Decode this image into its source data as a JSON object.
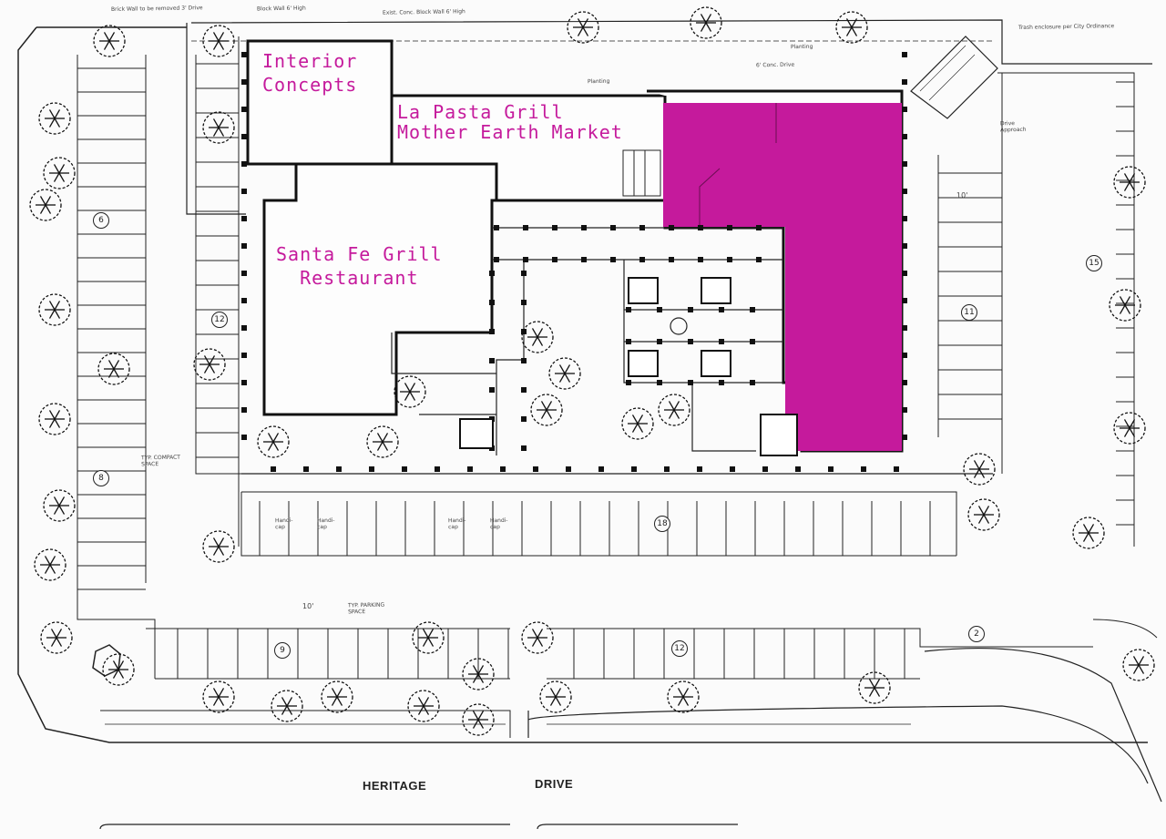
{
  "tenants": {
    "interior_concepts": [
      "Interior",
      "Concepts"
    ],
    "la_pasta_grill": "La Pasta Grill",
    "mother_earth_market": "Mother Earth Market",
    "santa_fe_grill": [
      "Santa Fe Grill",
      "Restaurant"
    ]
  },
  "streets": {
    "left": "HERITAGE",
    "right": "DRIVE"
  },
  "notes": {
    "brick_wall": "Brick Wall to be removed 3' Drive",
    "block_wall": "Block Wall 6' High",
    "exist_block_wall": "Exist. Conc. Block Wall 6' High",
    "trash": "Trash enclosure per City Ordinance",
    "planting": "Planting",
    "conc_drive": "6' Conc. Drive",
    "drive_approach": "Drive Approach",
    "typ_parking_space": "TYP. PARKING SPACE",
    "typ_compact_space": "TYP. COMPACT SPACE",
    "dim_10_a": "10'",
    "dim_10_b": "10'",
    "handicap": "Handi-cap"
  },
  "stall_counts": {
    "left_upper": "6",
    "left_lower": "8",
    "inner_left": "12",
    "bottom_left": "9",
    "bottom_right": "12",
    "bottom_far_right": "2",
    "front_row": "18",
    "right_inner": "11",
    "right_outer": "15"
  },
  "colors": {
    "highlight": "#c51a9c",
    "linework": "#222222",
    "paper": "#fbfbfb"
  }
}
